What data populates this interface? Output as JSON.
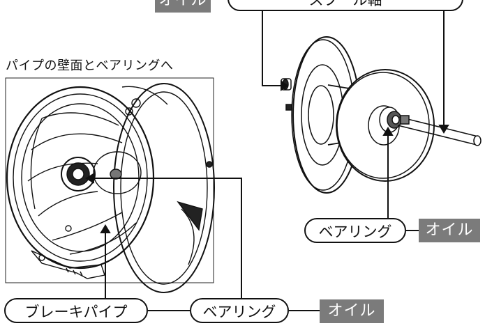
{
  "caption": "パイプの壁面とベアリングへ",
  "labels": {
    "top_right": "スプール軸",
    "right_bearing": "ベアリング",
    "bottom_pipe": "ブレーキパイプ",
    "bottom_bearing": "ベアリング"
  },
  "tags": {
    "top_left": "オイル",
    "right": "オイル",
    "bottom": "オイル"
  },
  "colors": {
    "tag_background": "#7b7b7b",
    "line": "#111111"
  }
}
